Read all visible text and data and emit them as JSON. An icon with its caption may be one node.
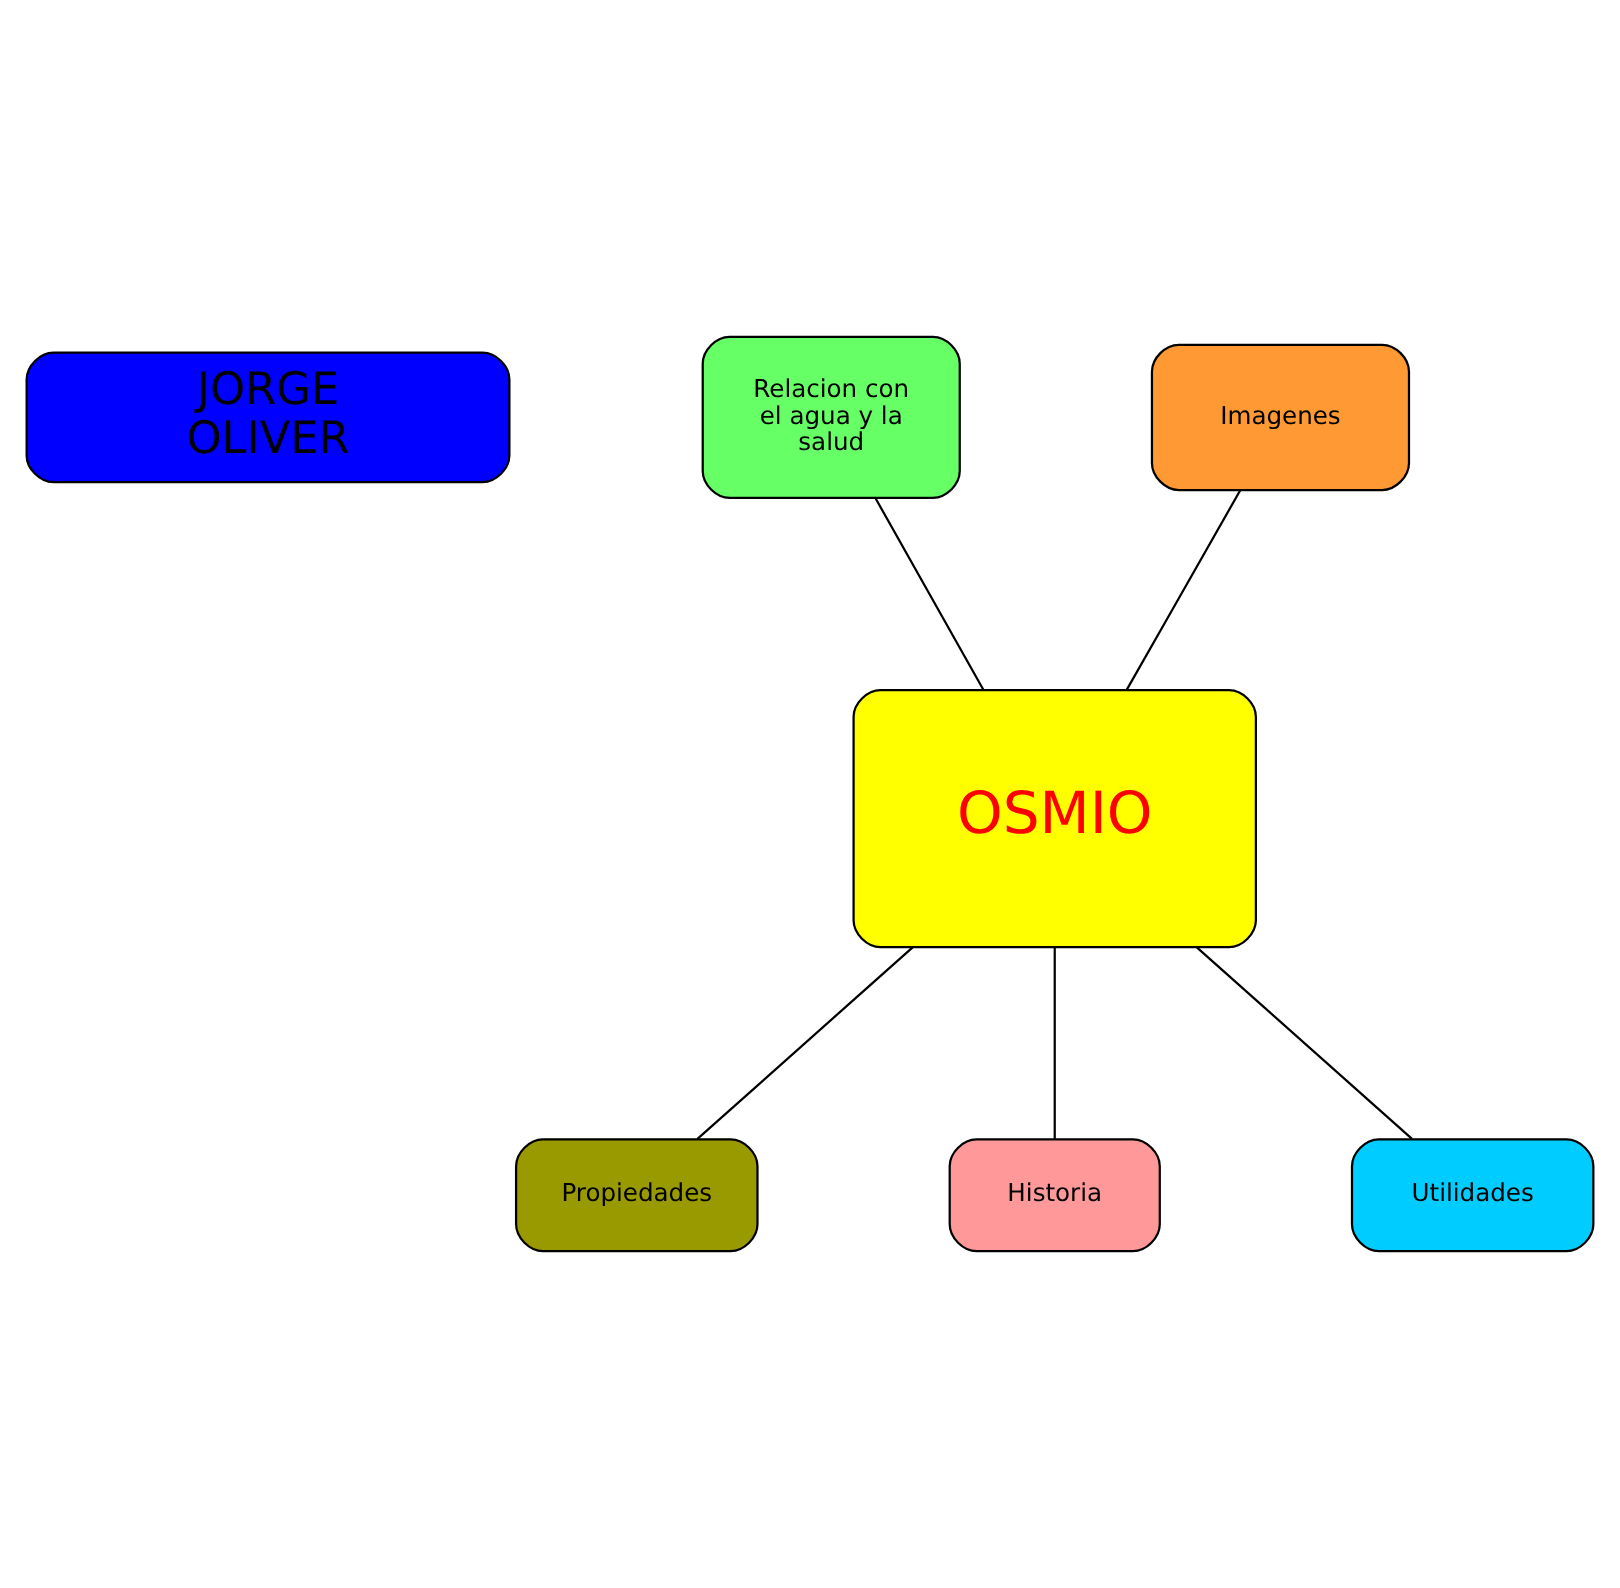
{
  "diagram": {
    "nodes": [
      {
        "text": [
          "JORGE OLIVER"
        ]
      },
      {
        "text": [
          "Relacion con el agua y la salud"
        ]
      },
      {
        "text": [
          "Imagenes"
        ]
      },
      {
        "text": [
          "OSMIO"
        ]
      },
      {
        "text": [
          "Propiedades"
        ]
      },
      {
        "text": [
          "Historia"
        ]
      },
      {
        "text": [
          "Utilidades"
        ]
      }
    ],
    "edges": [
      {
        "from": 1,
        "to": 3,
        "arrow": "none"
      },
      {
        "from": 2,
        "to": 3,
        "arrow": "none"
      },
      {
        "from": 3,
        "to": 4,
        "arrow": "none"
      },
      {
        "from": 3,
        "to": 5,
        "arrow": "none"
      },
      {
        "from": 3,
        "to": 6,
        "arrow": "none"
      }
    ]
  }
}
